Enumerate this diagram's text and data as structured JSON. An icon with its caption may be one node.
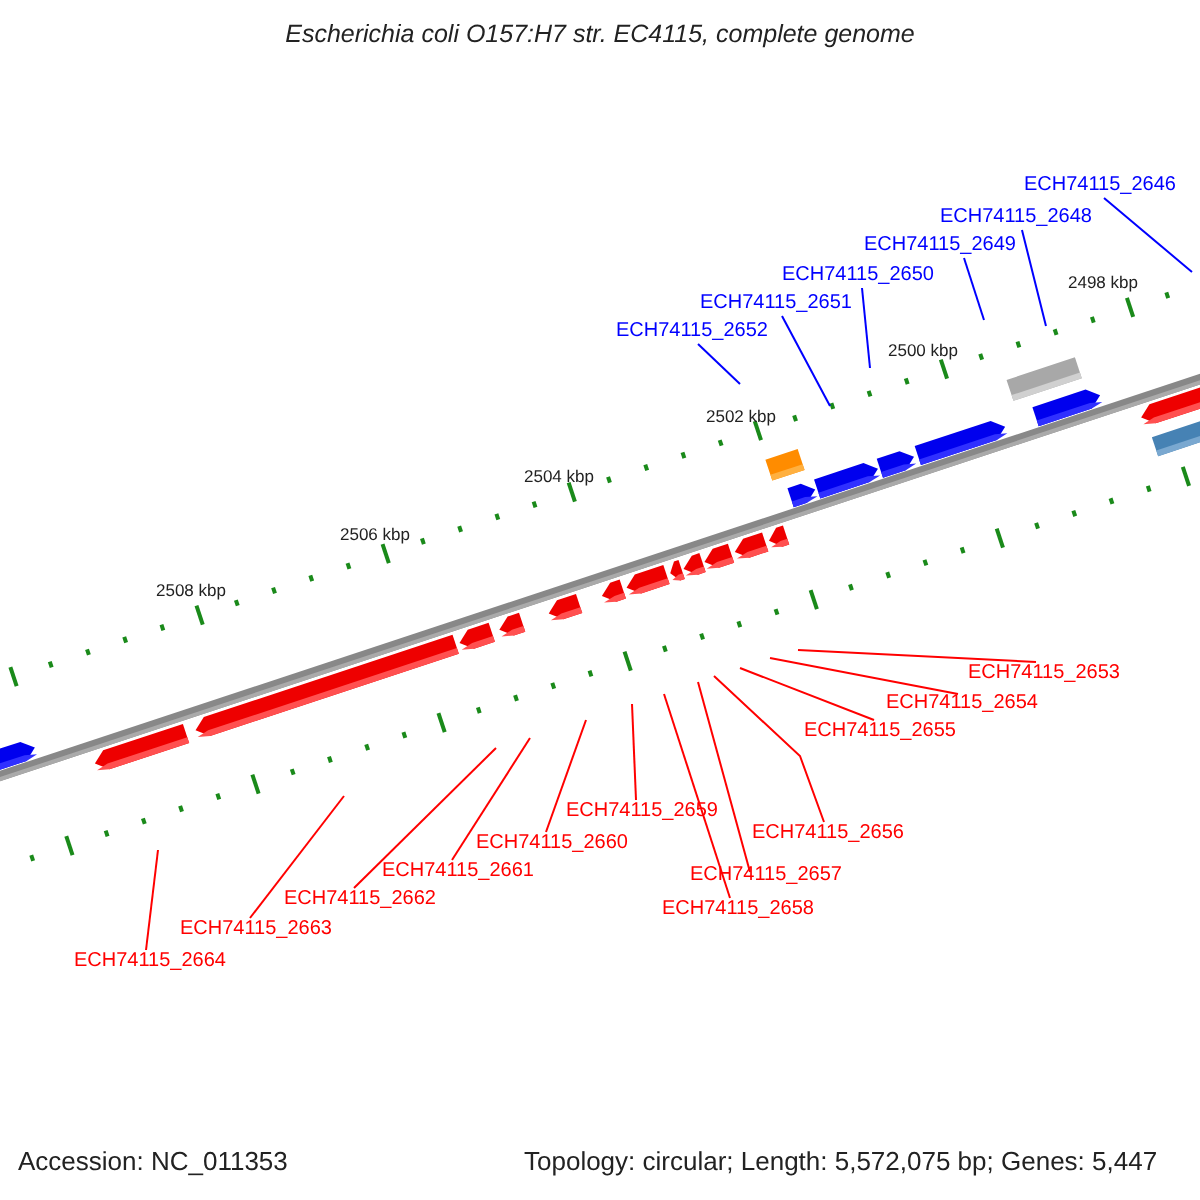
{
  "diagram": {
    "title": "Escherichia coli O157:H7 str. EC4115, complete genome",
    "nodes": [
      {
        "text": [
          "ECH74115_2646"
        ]
      },
      {
        "text": [
          "ECH74115_2648"
        ]
      },
      {
        "text": [
          "ECH74115_2649"
        ]
      },
      {
        "text": [
          "ECH74115_2650"
        ]
      },
      {
        "text": [
          "ECH74115_2651"
        ]
      },
      {
        "text": [
          "ECH74115_2652"
        ]
      },
      {
        "text": [
          "ECH74115_2653"
        ]
      },
      {
        "text": [
          "ECH74115_2654"
        ]
      },
      {
        "text": [
          "ECH74115_2655"
        ]
      },
      {
        "text": [
          "ECH74115_2656"
        ]
      },
      {
        "text": [
          "ECH74115_2657"
        ]
      },
      {
        "text": [
          "ECH74115_2658"
        ]
      },
      {
        "text": [
          "ECH74115_2659"
        ]
      },
      {
        "text": [
          "ECH74115_2660"
        ]
      },
      {
        "text": [
          "ECH74115_2661"
        ]
      },
      {
        "text": [
          "ECH74115_2662"
        ]
      },
      {
        "text": [
          "ECH74115_2663"
        ]
      },
      {
        "text": [
          "ECH74115_2664"
        ]
      }
    ],
    "edges": [
      {
        "from": 0,
        "to": null,
        "arrow": "none",
        "color": "#0000ff"
      },
      {
        "from": 1,
        "to": null,
        "arrow": "none",
        "color": "#0000ff"
      },
      {
        "from": 2,
        "to": null,
        "arrow": "none",
        "color": "#0000ff"
      },
      {
        "from": 3,
        "to": null,
        "arrow": "none",
        "color": "#0000ff"
      },
      {
        "from": 4,
        "to": null,
        "arrow": "none",
        "color": "#0000ff"
      },
      {
        "from": 5,
        "to": null,
        "arrow": "none",
        "color": "#0000ff"
      },
      {
        "from": 6,
        "to": null,
        "arrow": "none"
      },
      {
        "from": 7,
        "to": null,
        "arrow": "none"
      },
      {
        "from": 8,
        "to": null,
        "arrow": "none"
      },
      {
        "from": 9,
        "to": null,
        "arrow": "none"
      },
      {
        "from": 10,
        "to": null,
        "arrow": "none"
      },
      {
        "from": 11,
        "to": null,
        "arrow": "none"
      },
      {
        "from": 12,
        "to": null,
        "arrow": "none"
      },
      {
        "from": 13,
        "to": null,
        "arrow": "none"
      },
      {
        "from": 14,
        "to": null,
        "arrow": "none"
      },
      {
        "from": 15,
        "to": null,
        "arrow": "none"
      },
      {
        "from": 16,
        "to": null,
        "arrow": "none"
      },
      {
        "from": 17,
        "to": null,
        "arrow": "none"
      }
    ],
    "labels": [
      "2498 kbp",
      "2500 kbp",
      "2502 kbp",
      "2504 kbp",
      "2506 kbp",
      "2508 kbp",
      "Accession: NC_011353",
      "Topology: circular; Length: 5,572,075 bp; Genes: 5,447"
    ]
  }
}
